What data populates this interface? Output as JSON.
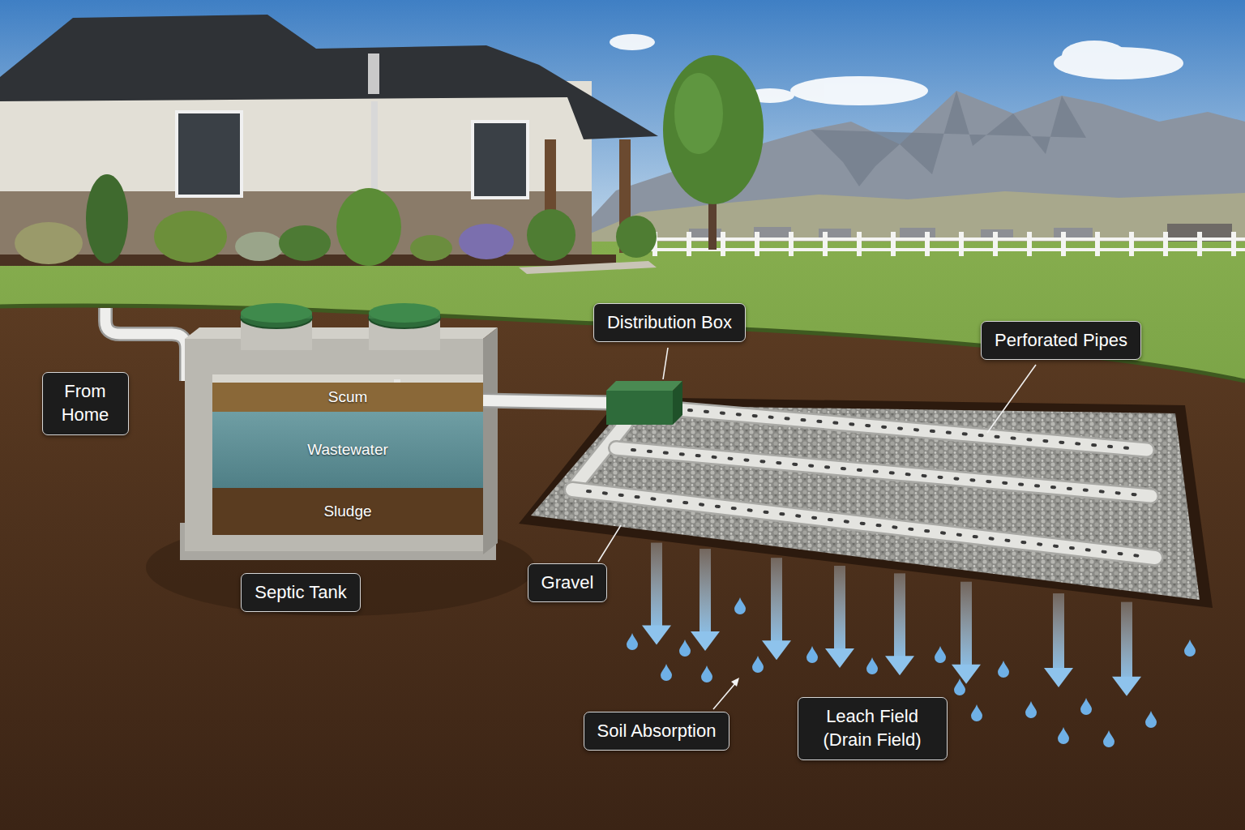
{
  "diagram": {
    "nodes": [
      {
        "text": [
          "From Home"
        ]
      },
      {
        "text": [
          "Scum"
        ]
      },
      {
        "text": [
          "Wastewater"
        ]
      },
      {
        "text": [
          "Sludge"
        ]
      },
      {
        "text": [
          "Septic Tank"
        ]
      },
      {
        "text": [
          "Distribution Box"
        ]
      },
      {
        "text": [
          "Perforated Pipes"
        ]
      },
      {
        "text": [
          "Gravel"
        ]
      },
      {
        "text": [
          "Soil Absorption"
        ]
      },
      {
        "text": [
          "Leach Field (Drain Field)"
        ]
      }
    ]
  }
}
